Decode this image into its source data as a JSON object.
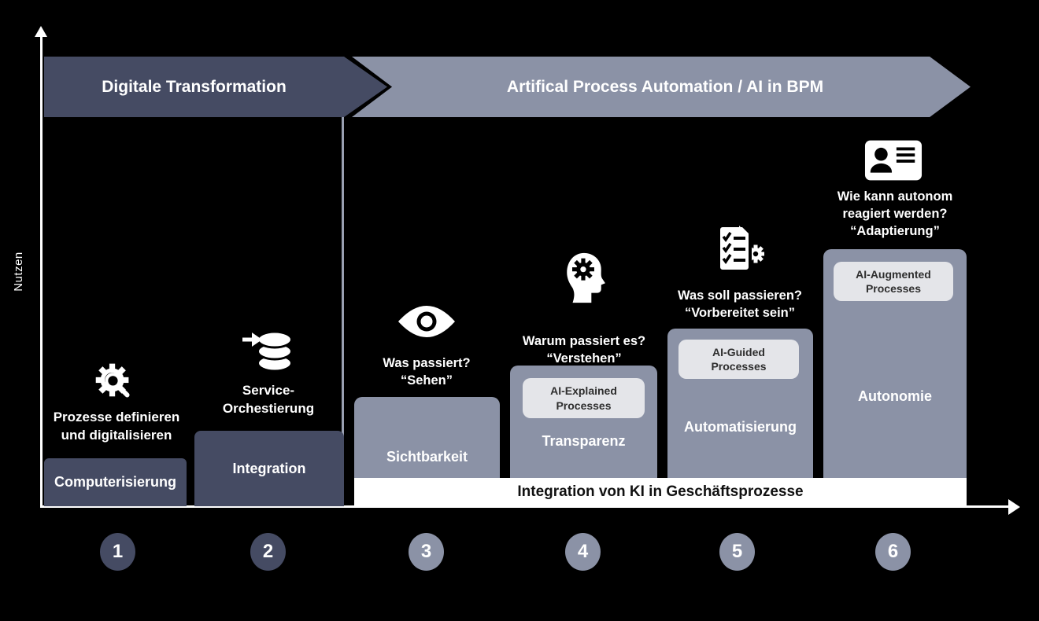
{
  "y_axis_label": "Nutzen",
  "banners": {
    "left": "Digitale Transformation",
    "right": "Artifical Process Automation / AI in BPM"
  },
  "bottom_bar": "Integration von KI in Geschäftsprozesse",
  "stages": [
    {
      "number": "1",
      "icon": "gear-magnifier-icon",
      "description": "Prozesse definieren\nund digitalisieren",
      "box_label": "Computerisierung"
    },
    {
      "number": "2",
      "icon": "database-arrow-icon",
      "description": "Service-\nOrchestierung",
      "box_label": "Integration"
    },
    {
      "number": "3",
      "icon": "eye-icon",
      "question": "Was passiert?",
      "motto": "“Sehen”",
      "box_label": "Sichtbarkeit"
    },
    {
      "number": "4",
      "icon": "head-gear-icon",
      "question": "Warum passiert es?",
      "motto": "“Verstehen”",
      "badge": "AI-Explained\nProcesses",
      "box_label": "Transparenz"
    },
    {
      "number": "5",
      "icon": "checklist-gear-icon",
      "question": "Was soll passieren?",
      "motto": "“Vorbereitet sein”",
      "badge": "AI-Guided\nProcesses",
      "box_label": "Automatisierung"
    },
    {
      "number": "6",
      "icon": "id-card-icon",
      "question": "Wie kann autonom\nreagiert werden?",
      "motto": "“Adaptierung”",
      "badge": "AI-Augmented\nProcesses",
      "box_label": "Autonomie"
    }
  ],
  "colors": {
    "background": "#000000",
    "dark_blue": "#454b63",
    "light_blue_gray": "#8b92a6",
    "badge_bg": "#e4e5e9",
    "axis_white": "#ffffff"
  }
}
